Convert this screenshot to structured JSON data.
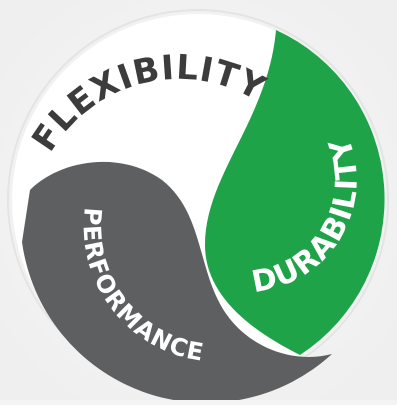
{
  "diagram": {
    "segments": [
      {
        "id": "flexibility",
        "label": "FLEXIBILITY",
        "fill": "#ffffff",
        "text_color": "#3c3c3c"
      },
      {
        "id": "durability",
        "label": "DURABILITY",
        "fill": "#1ea348",
        "text_color": "#ffffff"
      },
      {
        "id": "performance",
        "label": "PERFORMANCE",
        "fill": "#5e5f61",
        "text_color": "#ffffff"
      }
    ],
    "background_color": "#f4f4f4",
    "rim_color": "#e6e6e6"
  }
}
